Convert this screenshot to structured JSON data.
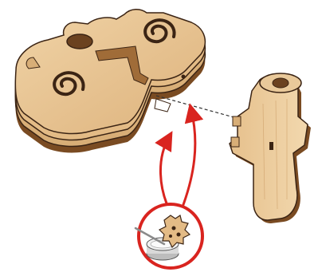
{
  "illustration": {
    "colors": {
      "wood_light": "#e9c99a",
      "wood_mid": "#d7ad75",
      "wood_dark": "#8a5a2b",
      "burnt_edge": "#3b2414",
      "arrow_red": "#d9241f",
      "glue_cup": "#e6e6e6",
      "background": "#ffffff"
    },
    "icons": {
      "main_part": "wooden-layered-frame",
      "side_part": "wooden-side-bracket",
      "glue": "glue-cup",
      "small_part": "small-gear-part",
      "guide": "dashed-alignment-line"
    }
  }
}
